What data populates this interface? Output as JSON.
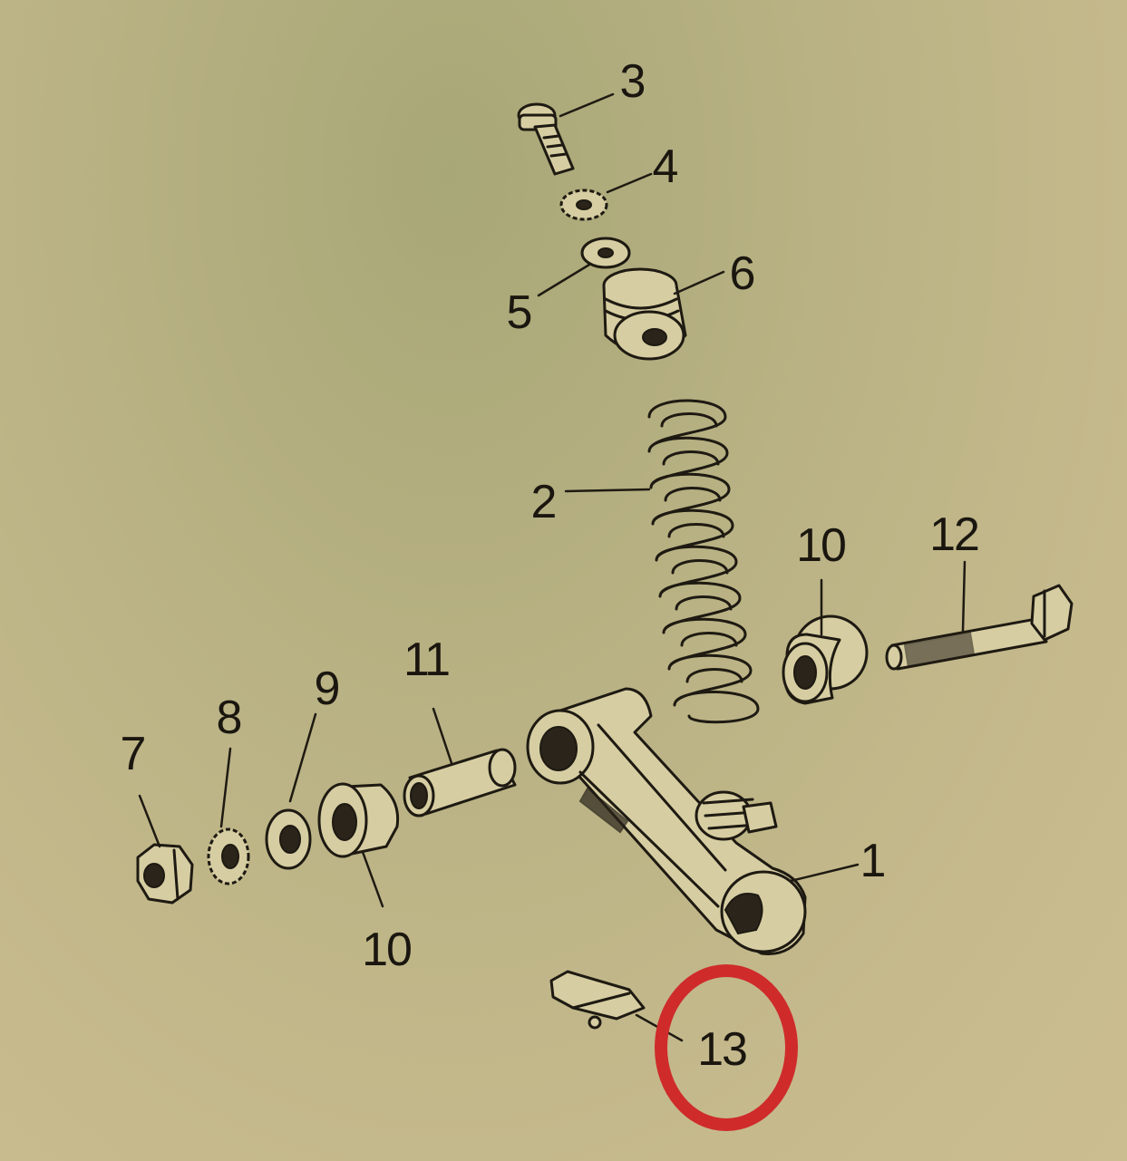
{
  "parts": [
    {
      "key": "p1",
      "label": "1"
    },
    {
      "key": "p2",
      "label": "2"
    },
    {
      "key": "p3",
      "label": "3"
    },
    {
      "key": "p4",
      "label": "4"
    },
    {
      "key": "p5",
      "label": "5"
    },
    {
      "key": "p6",
      "label": "6"
    },
    {
      "key": "p7",
      "label": "7"
    },
    {
      "key": "p8",
      "label": "8"
    },
    {
      "key": "p9",
      "label": "9"
    },
    {
      "key": "p10a",
      "label": "10"
    },
    {
      "key": "p10b",
      "label": "10"
    },
    {
      "key": "p11",
      "label": "11"
    },
    {
      "key": "p12",
      "label": "12"
    },
    {
      "key": "p13",
      "label": "13"
    }
  ],
  "highlighted_part": "13",
  "colors": {
    "paper": "#c6ba8d",
    "ink": "#1e1a12",
    "highlight": "#cf2b2b"
  }
}
